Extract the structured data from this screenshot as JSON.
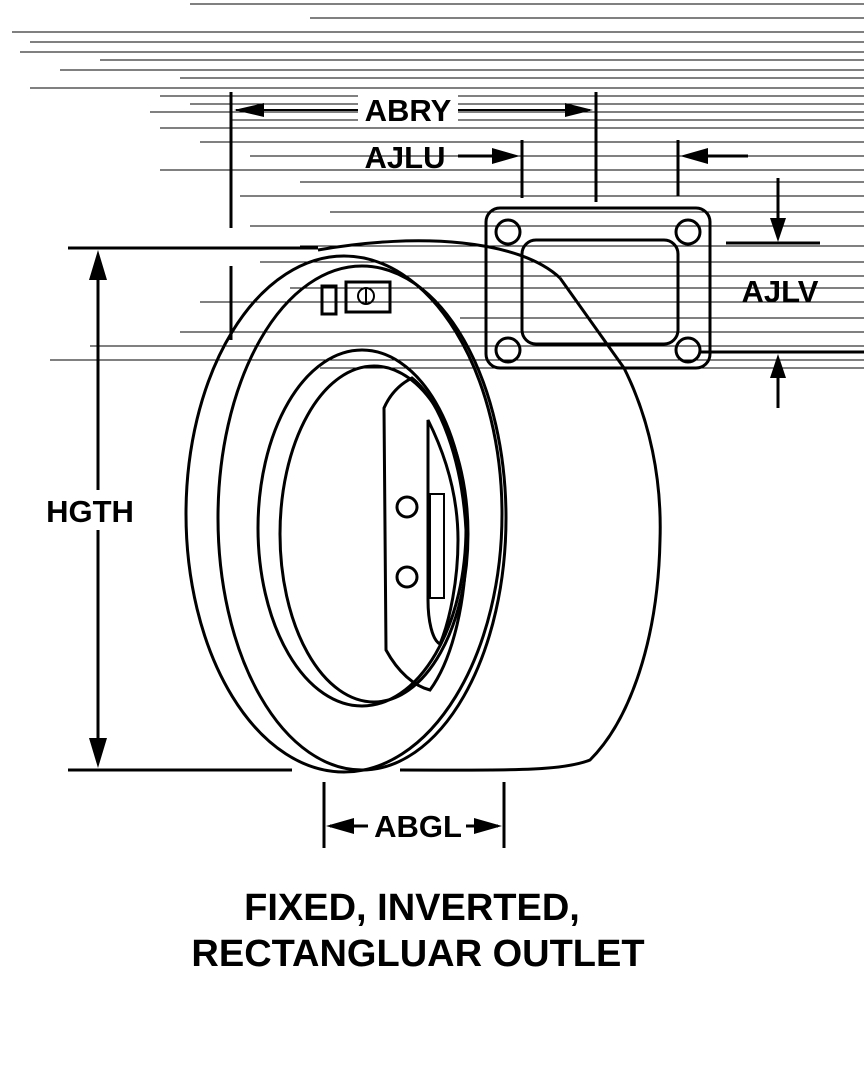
{
  "labels": {
    "abry": "ABRY",
    "ajlu": "AJLU",
    "ajlv": "AJLV",
    "hgth": "HGTH",
    "abgl": "ABGL"
  },
  "caption": {
    "line1": "FIXED, INVERTED,",
    "line2": "RECTANGLUAR OUTLET"
  }
}
